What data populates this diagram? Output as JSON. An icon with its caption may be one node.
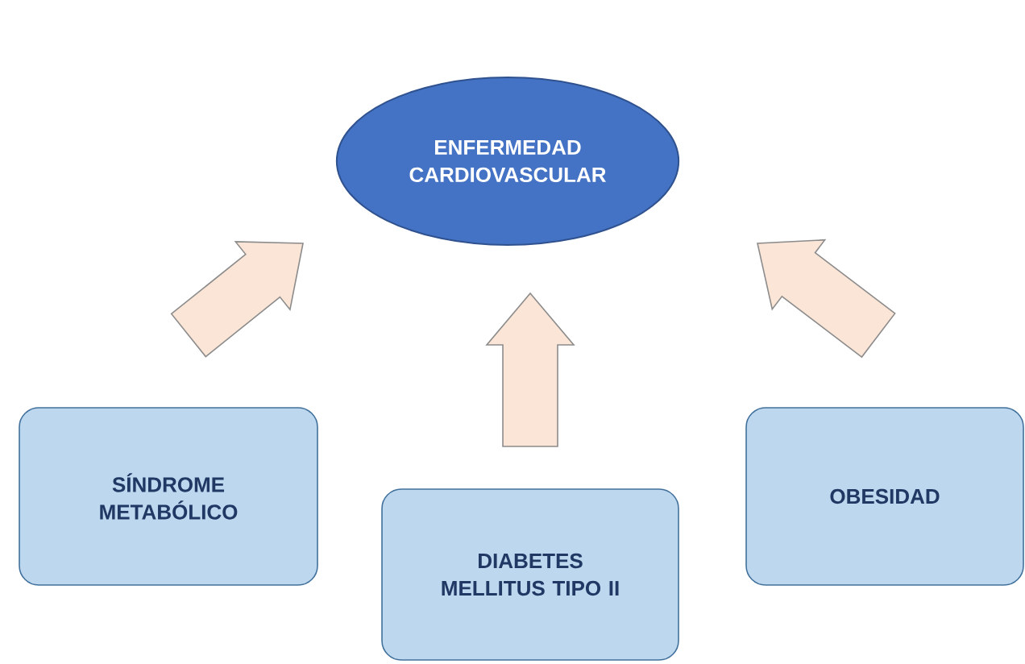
{
  "diagram": {
    "nodes": [
      {
        "text": [
          "ENFERMEDAD CARDIOVASCULAR"
        ]
      },
      {
        "text": [
          "SÍNDROME METABÓLICO"
        ]
      },
      {
        "text": [
          "DIABETES MELLITUS TIPO II"
        ]
      },
      {
        "text": [
          "OBESIDAD"
        ]
      }
    ],
    "edges": [
      {
        "from": 1,
        "to": 0,
        "arrow": "to"
      },
      {
        "from": 2,
        "to": 0,
        "arrow": "to"
      },
      {
        "from": 3,
        "to": 0,
        "arrow": "to"
      }
    ]
  }
}
